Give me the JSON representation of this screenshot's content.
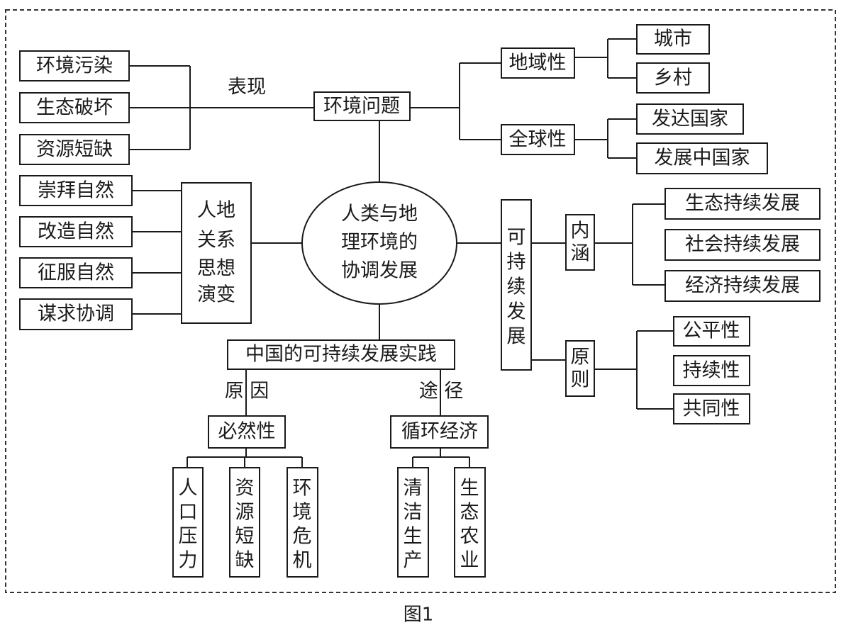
{
  "figure": {
    "caption": "图1"
  },
  "center": {
    "lines": [
      "人类与地",
      "理环境的",
      "协调发展"
    ]
  },
  "env": {
    "title": "环境问题",
    "link_label": "表现",
    "manifestations": [
      "环境污染",
      "生态破坏",
      "资源短缺"
    ],
    "regional": {
      "label": "地域性",
      "items": [
        "城市",
        "乡村"
      ]
    },
    "global": {
      "label": "全球性",
      "items": [
        "发达国家",
        "发展中国家"
      ]
    }
  },
  "thought": {
    "title": "人地关系思想演变",
    "title_lines": [
      "人地",
      "关系",
      "思想",
      "演变"
    ],
    "stages": [
      "崇拜自然",
      "改造自然",
      "征服自然",
      "谋求协调"
    ]
  },
  "sustain": {
    "title": "可持续发展",
    "connotation": {
      "label": "内涵",
      "items": [
        "生态持续发展",
        "社会持续发展",
        "经济持续发展"
      ]
    },
    "principle": {
      "label": "原则",
      "items": [
        "公平性",
        "持续性",
        "共同性"
      ]
    }
  },
  "china": {
    "title": "中国的可持续发展实践",
    "reason_label": "原 因",
    "path_label": "途 径",
    "necessity": {
      "label": "必然性",
      "items": [
        "人口压力",
        "资源短缺",
        "环境危机"
      ]
    },
    "circular": {
      "label": "循环经济",
      "items": [
        "清洁生产",
        "生态农业"
      ]
    }
  }
}
